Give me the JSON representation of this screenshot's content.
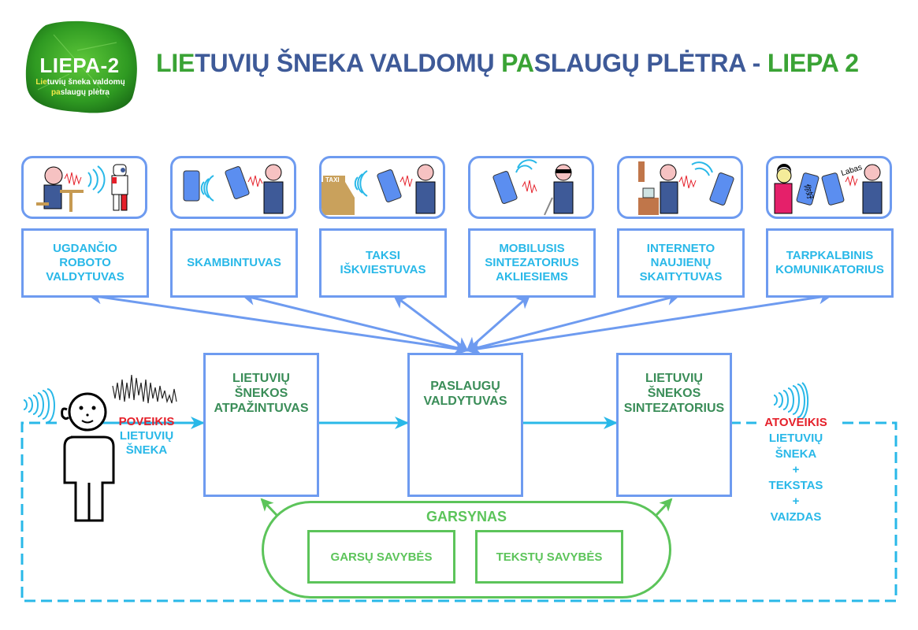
{
  "logo": {
    "title": "LIEPA-2",
    "subtitle_line1_highlight": "Lie",
    "subtitle_line1_rest": "tuvių šneka valdomų",
    "subtitle_line2_highlight": "pa",
    "subtitle_line2_rest": "slaugų plėtra"
  },
  "header": {
    "title_parts": [
      {
        "text": "LIE",
        "color": "green"
      },
      {
        "text": "TUVIŲ ŠNEKA VALDOMŲ ",
        "color": "blue"
      },
      {
        "text": "PA",
        "color": "green"
      },
      {
        "text": "SLAUGŲ PLĖTRA - ",
        "color": "blue"
      },
      {
        "text": "LIEPA 2",
        "color": "green"
      }
    ]
  },
  "services": [
    {
      "label_lines": [
        "UGDANČIO",
        "ROBOTO",
        "VALDYTUVAS"
      ],
      "icon": "person-talking-to-robot-icon"
    },
    {
      "label_lines": [
        "SKAMBINTUVAS"
      ],
      "icon": "phone-call-icon"
    },
    {
      "label_lines": [
        "TAKSI",
        "IŠKVIESTUVAS"
      ],
      "icon": "taxi-call-icon",
      "icon_text": "TAXI"
    },
    {
      "label_lines": [
        "MOBILUSIS",
        "SINTEZATORIUS",
        "AKLIESIEMS"
      ],
      "icon": "blind-person-phone-icon"
    },
    {
      "label_lines": [
        "INTERNETO",
        "NAUJIENŲ",
        "SKAITYTUVAS"
      ],
      "icon": "cooking-person-news-phone-icon"
    },
    {
      "label_lines": [
        "TARPKALBINIS",
        "KOMUNIKATORIUS"
      ],
      "icon": "translator-phones-icon",
      "icon_text": "Labas",
      "icon_text_cn": "你好"
    }
  ],
  "core": {
    "recognizer": [
      "LIETUVIŲ",
      "ŠNEKOS",
      "ATPAŽINTUVAS"
    ],
    "manager": [
      "PASLAUGŲ",
      "VALDYTUVAS"
    ],
    "synthesizer": [
      "LIETUVIŲ",
      "ŠNEKOS",
      "SINTEZATORIUS"
    ]
  },
  "input": {
    "title": "POVEIKIS",
    "lines": [
      "LIETUVIŲ",
      "ŠNEKA"
    ]
  },
  "output": {
    "title": "ATOVEIKIS",
    "lines": [
      "LIETUVIŲ",
      "ŠNEKA",
      "+",
      "TEKSTAS",
      "+",
      "VAIZDAS"
    ]
  },
  "database": {
    "title": "GARSYNAS",
    "boxes": [
      "GARSŲ SAVYBĖS",
      "TEKSTŲ SAVYBĖS"
    ]
  },
  "colors": {
    "title_green": "#3aa335",
    "title_blue": "#3e5a98",
    "frame_blue": "#6e9bf0",
    "cyan": "#29b8e8",
    "core_text_green": "#3a8d58",
    "db_green": "#5cc45a",
    "red": "#e5202a"
  }
}
